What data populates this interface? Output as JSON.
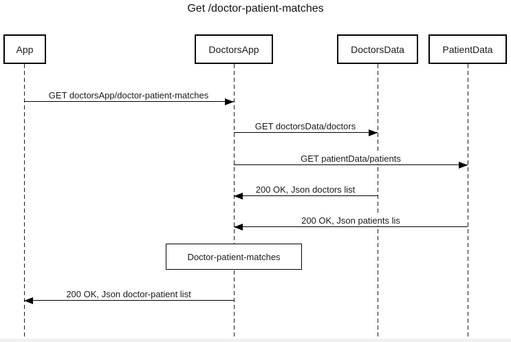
{
  "diagram": {
    "title": "Get /doctor-patient-matches",
    "participants": [
      {
        "name": "App"
      },
      {
        "name": "DoctorsApp"
      },
      {
        "name": "DoctorsData"
      },
      {
        "name": "PatientData"
      }
    ],
    "messages": [
      {
        "label": "GET doctorsApp/doctor-patient-matches",
        "from": "App",
        "to": "DoctorsApp",
        "direction": "right"
      },
      {
        "label": "GET doctorsData/doctors",
        "from": "DoctorsApp",
        "to": "DoctorsData",
        "direction": "right"
      },
      {
        "label": "GET patientData/patients",
        "from": "DoctorsApp",
        "to": "PatientData",
        "direction": "right"
      },
      {
        "label": "200 OK, Json doctors list",
        "from": "DoctorsData",
        "to": "DoctorsApp",
        "direction": "left"
      },
      {
        "label": "200 OK, Json patients lis",
        "from": "PatientData",
        "to": "DoctorsApp",
        "direction": "left"
      },
      {
        "label": "200 OK, Json doctor-patient list",
        "from": "DoctorsApp",
        "to": "App",
        "direction": "left"
      }
    ],
    "activity": {
      "label": "Doctor-patient-matches",
      "on": "DoctorsApp"
    },
    "colors": {
      "line": "#000000",
      "background": "#ffffff",
      "scrollbar_track": "#f1f1f1"
    }
  }
}
